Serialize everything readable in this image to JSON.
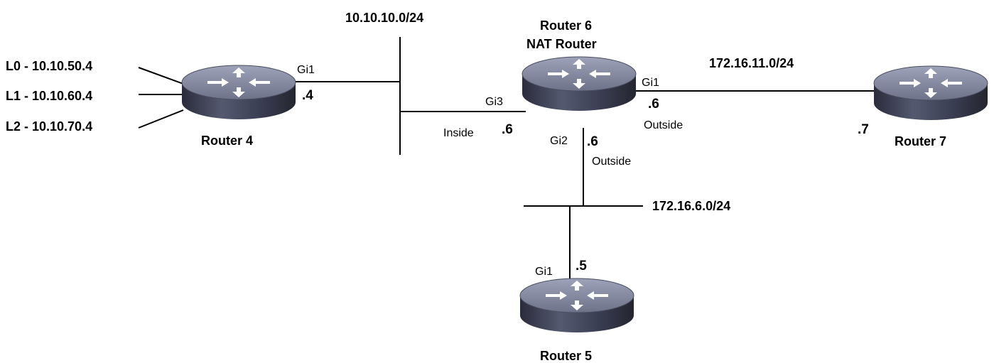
{
  "colors": {
    "router_top": "#8a8fa6",
    "router_side": "#3a3d52",
    "arrow": "#ffffff",
    "line": "#000000"
  },
  "icons": {
    "router": "router-icon"
  },
  "routers": {
    "r4": {
      "name": "Router 4"
    },
    "r5": {
      "name": "Router 5"
    },
    "r6": {
      "name": "Router 6",
      "role": "NAT Router"
    },
    "r7": {
      "name": "Router 7"
    }
  },
  "networks": {
    "n1": "10.10.10.0/24",
    "n2": "172.16.11.0/24",
    "n3": "172.16.6.0/24"
  },
  "loopbacks": {
    "l0": "L0 - 10.10.50.4",
    "l1": "L1 - 10.10.60.4",
    "l2": "L2 - 10.10.70.4"
  },
  "interfaces": {
    "r4_gi1": "Gi1",
    "r4_ip": ".4",
    "r6_gi3": "Gi3",
    "r6_gi3_ip": ".6",
    "r6_gi3_zone": "Inside",
    "r6_gi1": "Gi1",
    "r6_gi1_ip": ".6",
    "r6_gi1_zone": "Outside",
    "r6_gi2": "Gi2",
    "r6_gi2_ip": ".6",
    "r6_gi2_zone": "Outside",
    "r7_ip": ".7",
    "r5_gi1": "Gi1",
    "r5_ip": ".5"
  }
}
